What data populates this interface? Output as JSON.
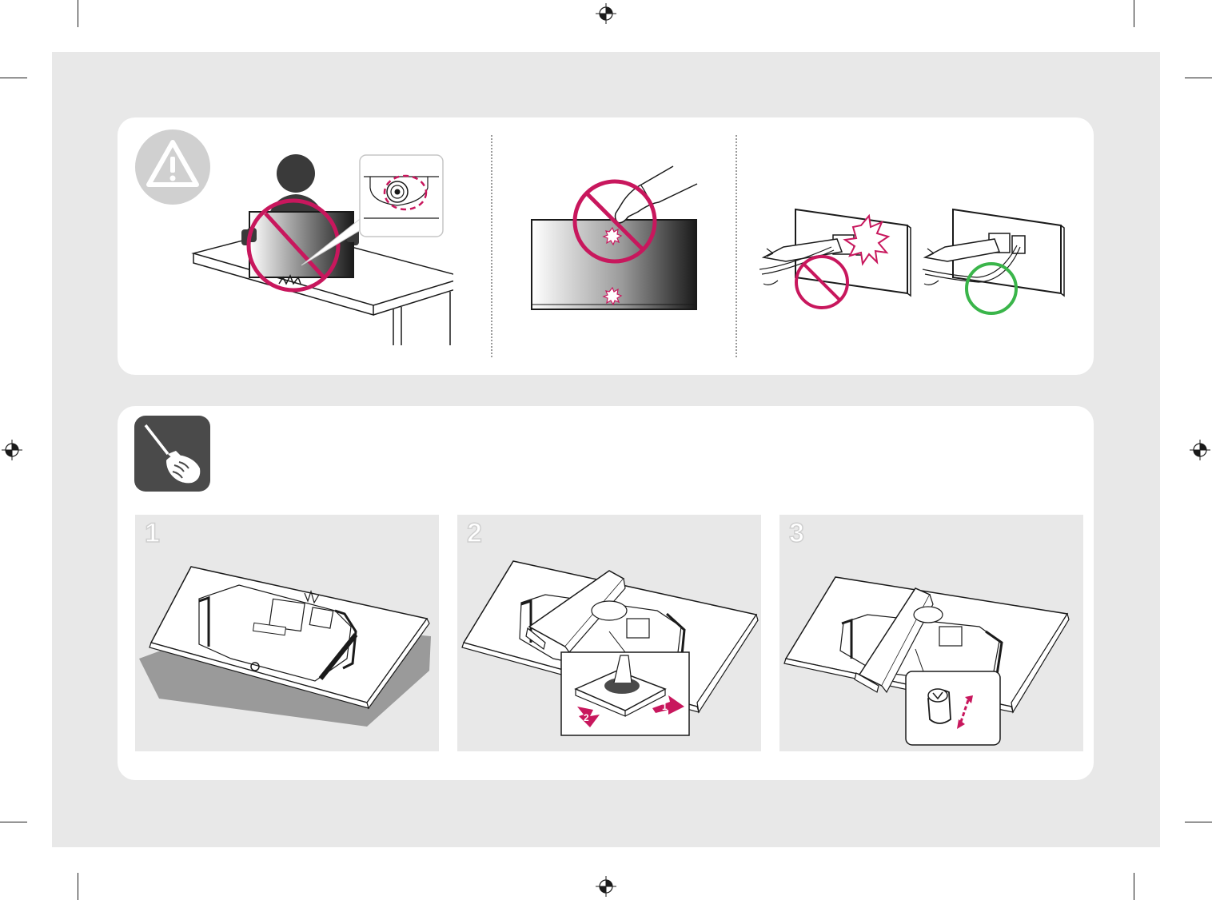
{
  "colors": {
    "sheet": "#e8e8e8",
    "panel": "#ffffff",
    "prohibit": "#c8175d",
    "ok": "#3ab54a",
    "badge_warn": "#d0d0d0",
    "badge_tool": "#4a4a4a",
    "line": "#1a1a1a"
  },
  "icons": {
    "warning": "warning-triangle-icon",
    "tool": "screwdriver-hand-icon",
    "prohibit": "prohibit-icon",
    "ok": "ok-circle-icon",
    "registration": "registration-mark-icon"
  },
  "steps": [
    {
      "number": "1"
    },
    {
      "number": "2",
      "arrows": [
        "1",
        "2"
      ]
    },
    {
      "number": "3"
    }
  ]
}
